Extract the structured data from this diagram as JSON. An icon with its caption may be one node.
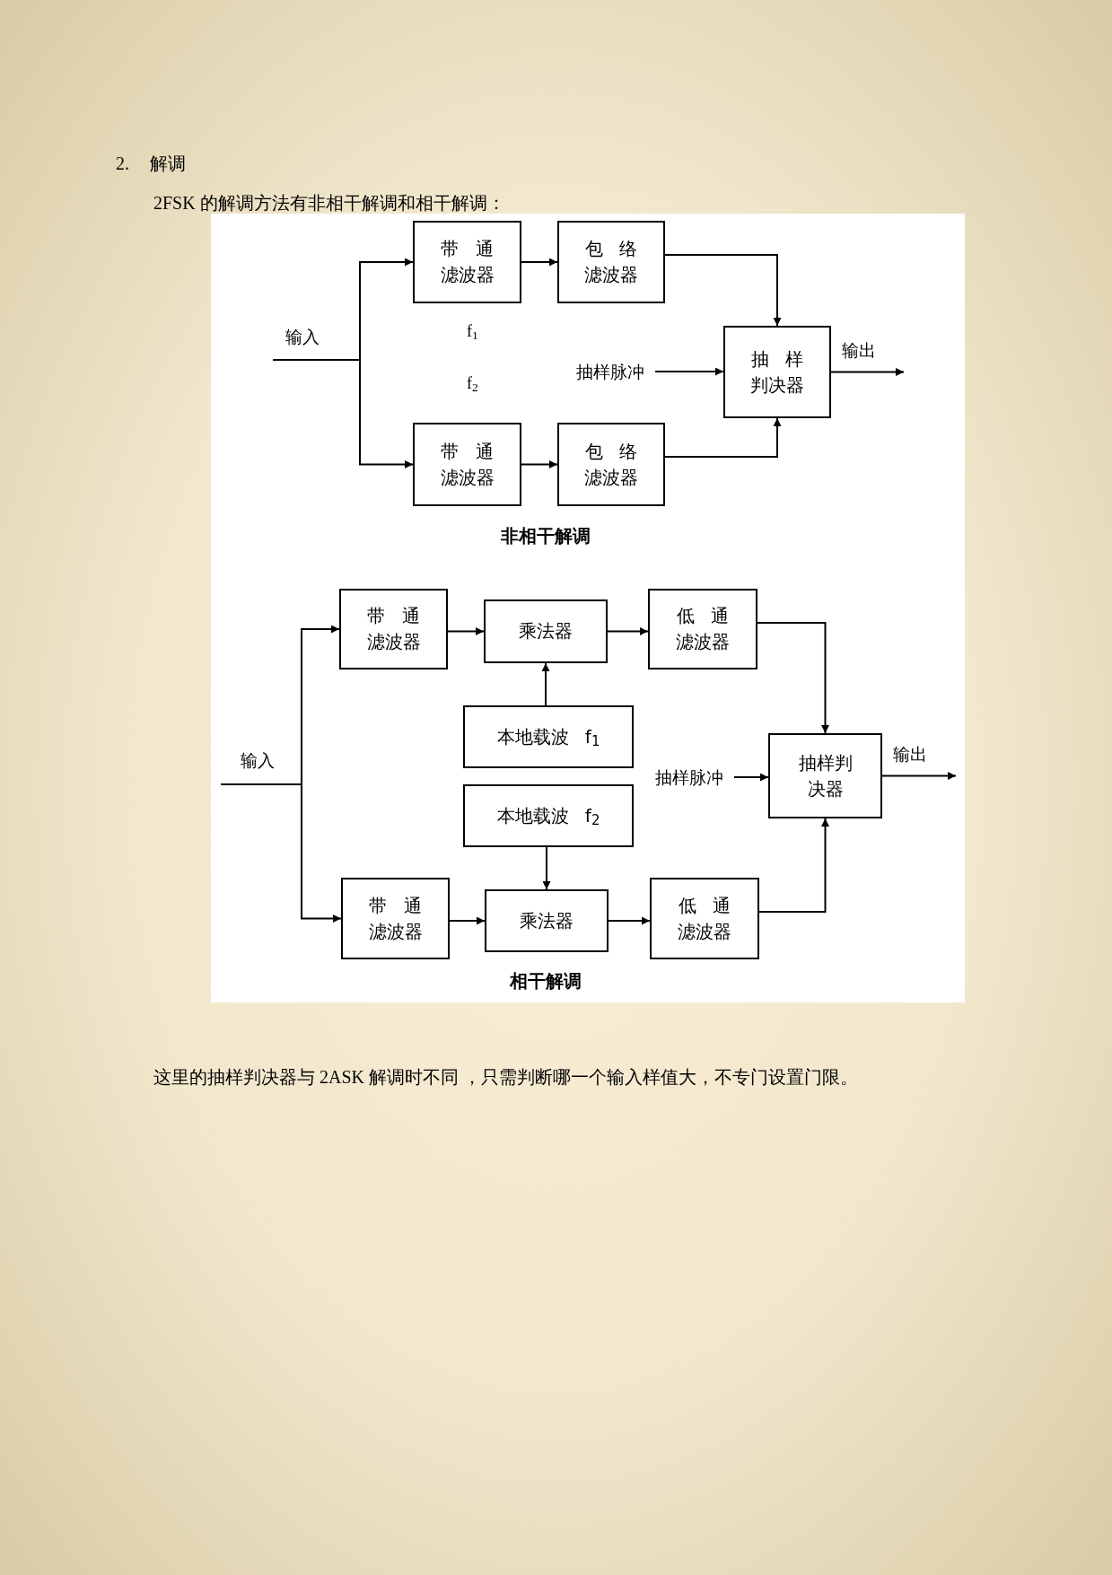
{
  "diagram": {
    "nodes": [
      {
        "text": [
          "输入"
        ]
      },
      {
        "text": [
          "带 通滤波器"
        ]
      },
      {
        "text": [
          "包 络滤波器"
        ]
      },
      {
        "text": [
          "带 通滤波器"
        ]
      },
      {
        "text": [
          "包 络滤波器"
        ]
      },
      {
        "text": [
          "抽样脉冲"
        ]
      },
      {
        "text": [
          "抽 样判决器"
        ]
      },
      {
        "text": [
          "输入"
        ]
      },
      {
        "text": [
          "带 通滤波器"
        ]
      },
      {
        "text": [
          "乘法器"
        ]
      },
      {
        "text": [
          "低 通滤波器"
        ]
      },
      {
        "text": [
          "本地载波 f$_{1}$"
        ]
      },
      {
        "text": [
          "本地载波 f$_{2}$"
        ]
      },
      {
        "text": [
          "带 通滤波器"
        ]
      },
      {
        "text": [
          "乘法器"
        ]
      },
      {
        "text": [
          "低 通滤波器"
        ]
      },
      {
        "text": [
          "抽样脉冲"
        ]
      },
      {
        "text": [
          "抽样判决器"
        ]
      }
    ],
    "edges": [
      {
        "from": 0,
        "to": 1,
        "arrow": "to"
      },
      {
        "from": 0,
        "to": 3,
        "arrow": "to"
      },
      {
        "from": 1,
        "to": 2,
        "arrow": "to"
      },
      {
        "from": 3,
        "to": 4,
        "arrow": "to"
      },
      {
        "from": 2,
        "to": 6,
        "arrow": "to"
      },
      {
        "from": 4,
        "to": 6,
        "arrow": "to"
      },
      {
        "from": 5,
        "to": 6,
        "arrow": "to"
      },
      {
        "from": 6,
        "to": null,
        "arrow": "to",
        "label": "输出"
      },
      {
        "from": 7,
        "to": 8,
        "arrow": "to"
      },
      {
        "from": 7,
        "to": 13,
        "arrow": "to"
      },
      {
        "from": 8,
        "to": 9,
        "arrow": "to"
      },
      {
        "from": 9,
        "to": 10,
        "arrow": "to"
      },
      {
        "from": 11,
        "to": 9,
        "arrow": "to"
      },
      {
        "from": 12,
        "to": 14,
        "arrow": "to"
      },
      {
        "from": 13,
        "to": 14,
        "arrow": "to"
      },
      {
        "from": 14,
        "to": 15,
        "arrow": "to"
      },
      {
        "from": 10,
        "to": 17,
        "arrow": "to"
      },
      {
        "from": 15,
        "to": 17,
        "arrow": "to"
      },
      {
        "from": 16,
        "to": 17,
        "arrow": "to"
      },
      {
        "from": 17,
        "to": null,
        "arrow": "to",
        "label": "输出"
      }
    ],
    "labels": [
      "2.",
      "解调",
      "2FSK 的解调方法有非相干解调和相干解调：",
      "f$_{1}$",
      "f$_{2}$",
      "非相干解调",
      "相干解调",
      "这里的抽样判决器与 2ASK 解调时不同 ，只需判断哪一个输入样值大，不专门设置门限。"
    ]
  }
}
